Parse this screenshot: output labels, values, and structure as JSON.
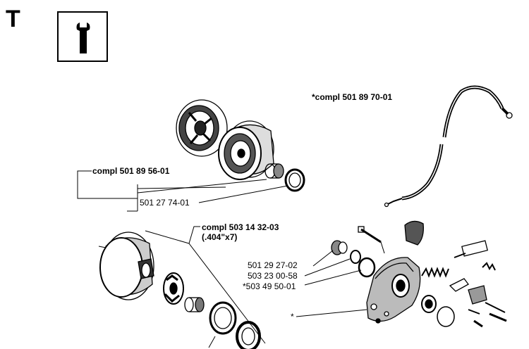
{
  "section_letter": "T",
  "icon": "wrench-icon",
  "labels": {
    "cable_assembly": "*compl 501 89 70-01",
    "clutch_assembly": "compl 501 89 56-01",
    "clutch_part": "501 27 74-01",
    "drum_assembly": "compl 503 14 32-03",
    "drum_pitch": "(.404\"x7)",
    "oil_pump_part1": "501 29 27-02",
    "oil_pump_part2": "503 23 00-58",
    "oil_pump_part3": "*503 49 50-01",
    "pump_body_mark": "*"
  }
}
